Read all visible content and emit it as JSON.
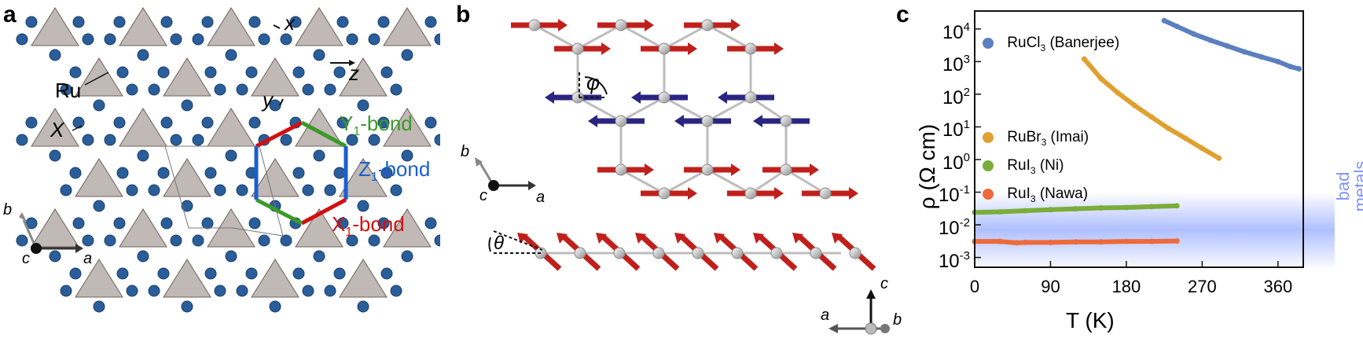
{
  "figure": {
    "panel_a": {
      "label": "a",
      "labels": {
        "ru": "Ru",
        "x_atom": "X",
        "x_axis": "x",
        "z_axis": "z",
        "y_axis": "y"
      },
      "bonds": [
        {
          "name": "Y",
          "sub": "1",
          "suffix": "-bond",
          "color": "#3a9a2a"
        },
        {
          "name": "Z",
          "sub": "1",
          "suffix": "-bond",
          "color": "#1a5fd0"
        },
        {
          "name": "X",
          "sub": "1",
          "suffix": "-bond",
          "color": "#d01010"
        }
      ],
      "axes": {
        "b": "b",
        "c": "c",
        "a": "a"
      },
      "colors": {
        "atom": "#2a5e9a",
        "octahedron": "#8c7f78",
        "bond_y": "#3a9a2a",
        "bond_z": "#1a5fd0",
        "bond_x": "#d01010"
      }
    },
    "panel_b": {
      "label": "b",
      "angles": {
        "phi": "φ",
        "theta": "θ"
      },
      "axes_top": {
        "b": "b",
        "c": "c",
        "a": "a"
      },
      "axes_bottom": {
        "c": "c",
        "a": "a",
        "b": "b"
      },
      "colors": {
        "spin_up": "#c0201c",
        "spin_down": "#2a2580",
        "atom": "#c8c8c8"
      }
    },
    "panel_c": {
      "label": "c",
      "inset_text": [
        "bad",
        "metals"
      ],
      "colors": {
        "band": "#6f8cff"
      }
    }
  },
  "chart_data": {
    "type": "scatter",
    "xlabel": "T (K)",
    "ylabel": "ρ (Ω cm)",
    "xlim": [
      0,
      390
    ],
    "ylim_log10": [
      -3.3,
      4.55
    ],
    "log_y": true,
    "x_ticks": [
      0,
      90,
      180,
      270,
      360
    ],
    "y_ticks": [
      {
        "base": "10",
        "exp": "4"
      },
      {
        "base": "10",
        "exp": "3"
      },
      {
        "base": "10",
        "exp": "2"
      },
      {
        "base": "10",
        "exp": "1"
      },
      {
        "base": "10",
        "exp": "0"
      },
      {
        "base": "10",
        "exp": "-1"
      },
      {
        "base": "10",
        "exp": "-2"
      },
      {
        "base": "10",
        "exp": "-3"
      }
    ],
    "legend_position": "left, inside, next to each curve",
    "series": [
      {
        "name": "RuCl",
        "name_sub": "3",
        "name_rest": " (Banerjee)",
        "color": "#5b7fbf",
        "x": [
          225,
          240,
          260,
          280,
          300,
          320,
          340,
          360,
          375,
          385
        ],
        "y": [
          18000,
          12000,
          7000,
          4500,
          3000,
          2000,
          1400,
          1000,
          700,
          600
        ]
      },
      {
        "name": "RuBr",
        "name_sub": "3",
        "name_rest": " (Imai)",
        "color": "#e0a030",
        "x": [
          130,
          150,
          170,
          190,
          210,
          230,
          250,
          270,
          290
        ],
        "y": [
          1200,
          300,
          110,
          45,
          20,
          9,
          4.5,
          2.2,
          1.1
        ]
      },
      {
        "name": "RuI",
        "name_sub": "3",
        "name_rest": " (Ni)",
        "color": "#7aad3a",
        "x": [
          0,
          30,
          60,
          90,
          120,
          150,
          180,
          210,
          240
        ],
        "y": [
          0.024,
          0.025,
          0.027,
          0.029,
          0.031,
          0.033,
          0.034,
          0.036,
          0.038
        ]
      },
      {
        "name": "RuI",
        "name_sub": "3",
        "name_rest": " (Nawa)",
        "color": "#ef6a3a",
        "x": [
          0,
          30,
          50,
          60,
          90,
          120,
          150,
          180,
          210,
          240
        ],
        "y": [
          0.0031,
          0.0031,
          0.0028,
          0.0029,
          0.0029,
          0.003,
          0.003,
          0.0031,
          0.0031,
          0.0032
        ]
      }
    ]
  }
}
